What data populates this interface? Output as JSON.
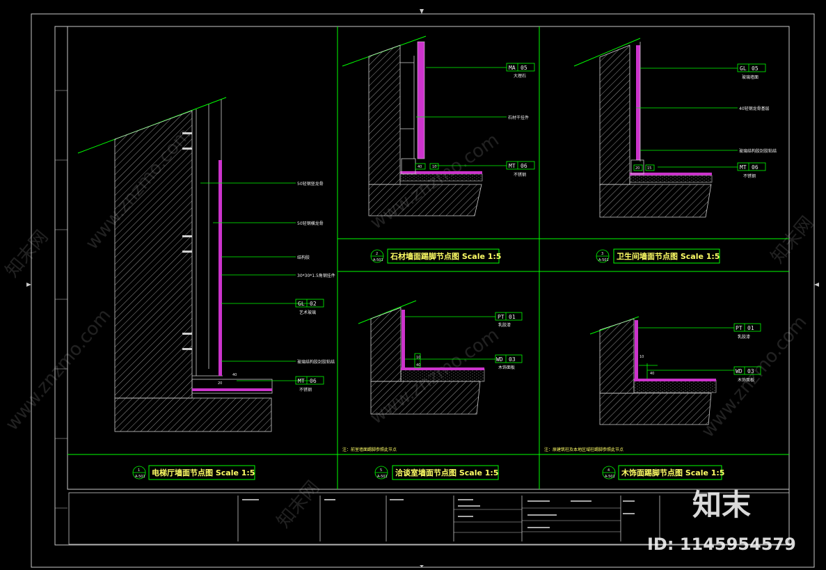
{
  "sheet": {
    "line_color": "#00ff00",
    "frame_color": "#c8c8c8",
    "hatch_color": "#cfcfcf",
    "finish_color": "#cc33cc",
    "title_color": "#ffff66"
  },
  "details": {
    "elevator": {
      "title": "电梯厅墙面节点图 Scale 1:5",
      "index_no": "1",
      "index_sheet": "A-501",
      "callouts": [
        "50轻钢竖龙骨",
        "50轻钢横龙骨",
        "结构胶",
        "30*30*1.5角钢挂件",
        "艺术玻璃",
        "玻璃结构胶封胶粘结"
      ],
      "tag1": {
        "code": "GL",
        "num": "02"
      },
      "tag2": {
        "code": "MT",
        "num": "06"
      },
      "tag2_label": "不锈钢",
      "dims": [
        "20",
        "40"
      ]
    },
    "stone": {
      "title": "石材墙面踢脚节点图 Scale 1:5",
      "index_no": "2",
      "index_sheet": "A-501",
      "tag1": {
        "code": "MA",
        "num": "05"
      },
      "tag1_label": "大理石",
      "callout": "石材干挂件",
      "tag2": {
        "code": "MT",
        "num": "06"
      },
      "tag2_label": "不锈钢",
      "dims": [
        "40",
        "10"
      ]
    },
    "bathroom": {
      "title": "卫生间墙面节点图 Scale 1:5",
      "index_no": "3",
      "index_sheet": "A-501",
      "tag1": {
        "code": "GL",
        "num": "05"
      },
      "tag1_label": "玻璃墙面",
      "callouts": [
        "40轻钢龙骨基层",
        "玻璃结构胶封胶粘结"
      ],
      "tag2": {
        "code": "MT",
        "num": "06"
      },
      "tag2_label": "不锈钢",
      "dims": [
        "20",
        "15"
      ]
    },
    "meeting": {
      "title": "洽谈室墙面节点图 Scale 1:5",
      "index_no": "5",
      "index_sheet": "A-501",
      "tag1": {
        "code": "PT",
        "num": "01"
      },
      "tag1_label": "乳胶漆",
      "tag2": {
        "code": "WD",
        "num": "03"
      },
      "tag2_label": "木饰面板",
      "dims": [
        "10",
        "40"
      ],
      "note": "注：前室墙面踢脚参照此节点"
    },
    "wood": {
      "title": "木饰面踢脚节点图 Scale 1:5",
      "index_no": "4",
      "index_sheet": "A-501",
      "tag1": {
        "code": "PT",
        "num": "01"
      },
      "tag1_label": "乳胶漆",
      "tag2": {
        "code": "WD",
        "num": "03"
      },
      "tag2_label": "木饰面板",
      "dims": [
        "10",
        "40"
      ],
      "note": "注：原建筑柱及本地区域柱踢脚参照此节点"
    }
  },
  "watermark": {
    "site": "www.znzmo.com",
    "brand": "知末网",
    "logo_text": "知末",
    "id_text": "ID: 1145954579"
  }
}
